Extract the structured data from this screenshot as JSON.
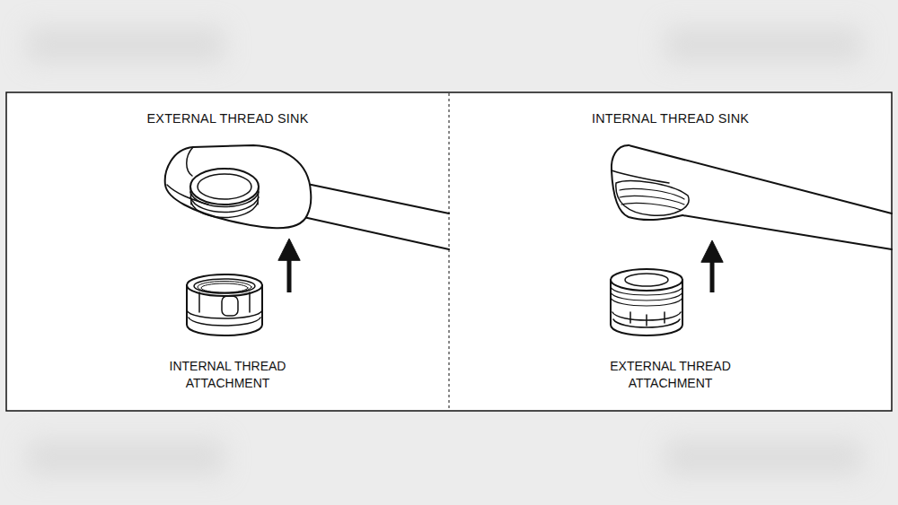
{
  "diagram": {
    "nodes": [
      {
        "text": [
          "EXTERNAL THREAD SINK",
          "INTERNAL THREAD ATTACHMENT"
        ]
      },
      {
        "text": [
          "INTERNAL THREAD SINK",
          "EXTERNAL THREAD ATTACHMENT"
        ]
      }
    ]
  }
}
